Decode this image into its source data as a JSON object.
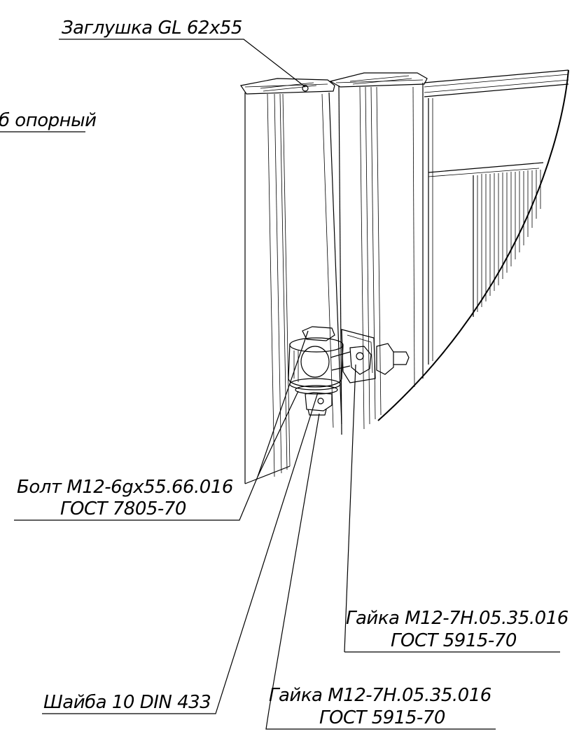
{
  "callouts": {
    "cap": "Заглушка GL 62x55",
    "post": "б опорный",
    "bolt_line1": "Болт M12-6gx55.66.016",
    "bolt_line2": "ГОСТ 7805-70",
    "nut_right_line1": "Гайка M12-7H.05.35.016",
    "nut_right_line2": "ГОСТ 5915-70",
    "nut_bottom_line1": "Гайка M12-7H.05.35.016",
    "nut_bottom_line2": "ГОСТ 5915-70",
    "washer": "Шайба 10  DIN 433"
  }
}
